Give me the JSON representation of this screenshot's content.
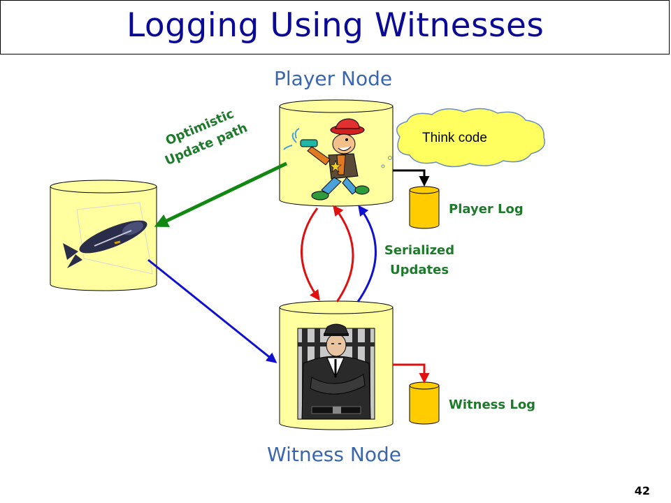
{
  "slide": {
    "title": "Logging Using Witnesses",
    "page_number": "42"
  },
  "nodes": {
    "player": {
      "label": "Player Node",
      "log_label": "Player Log"
    },
    "witness": {
      "label": "Witness Node",
      "log_label": "Witness Log"
    }
  },
  "annotations": {
    "optimistic_line1": "Optimistic",
    "optimistic_line2": "Update path",
    "serialized_line1": "Serialized",
    "serialized_line2": "Updates",
    "think_bubble": "Think code"
  },
  "colors": {
    "title": "#0a0a96",
    "node_label": "#3a66ad",
    "green_text": "#1d7a2a",
    "cylinder_fill": "#ffffa0",
    "log_fill": "#ffcc00",
    "arrow_red": "#e01010",
    "arrow_blue": "#1010d0",
    "arrow_green": "#118811"
  },
  "icons": {
    "player_picture": "running-cowboy-with-water-gun-icon",
    "witness_picture": "police-officer-behind-bars-icon",
    "left_picture": "torpedo-icon"
  }
}
